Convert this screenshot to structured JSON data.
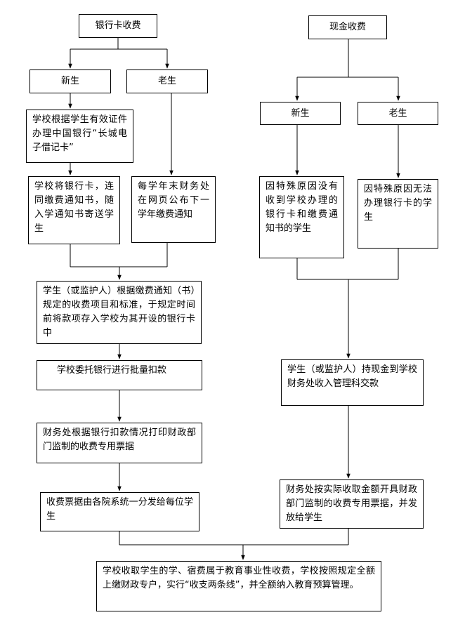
{
  "left": {
    "title": "银行卡收费",
    "new_student": "新生",
    "old_student": "老生",
    "new_step1": "学校根据学生有效证件办理中国银行“长城电子借记卡”",
    "new_step2": "学校将银行卡，连同缴费通知书，随入学通知书寄送学生",
    "old_step1": "每学年末财务处在网页公布下一学年缴费通知",
    "deposit": "学生（或监护人）根据缴费通知（书）规定的收费项目和标准，于规定时间前将款项存入学校为其开设的银行卡中",
    "batch": "学校委托银行进行批量扣款",
    "print": "财务处根据银行扣款情况打印财政部门监制的收费专用票据",
    "distribute": "收费票据由各院系统一分发给每位学生"
  },
  "right": {
    "title": "现金收费",
    "new_student": "新生",
    "old_student": "老生",
    "new_reason": "因特殊原因没有收到学校办理的银行卡和缴费通知书的学生",
    "old_reason": "因特殊原因无法办理银行卡的学生",
    "pay_cash": "学生（或监护人）持现金到学校财务处收入管理科交款",
    "issue": "财务处按实际收取金额开具财政部门监制的收费专用票据，并发放给学生"
  },
  "final": "学校收取学生的学、宿费属于教育事业性收费，学校按照规定全额上缴财政专户，实行“收支两条线”，并全额纳入教育预算管理。"
}
